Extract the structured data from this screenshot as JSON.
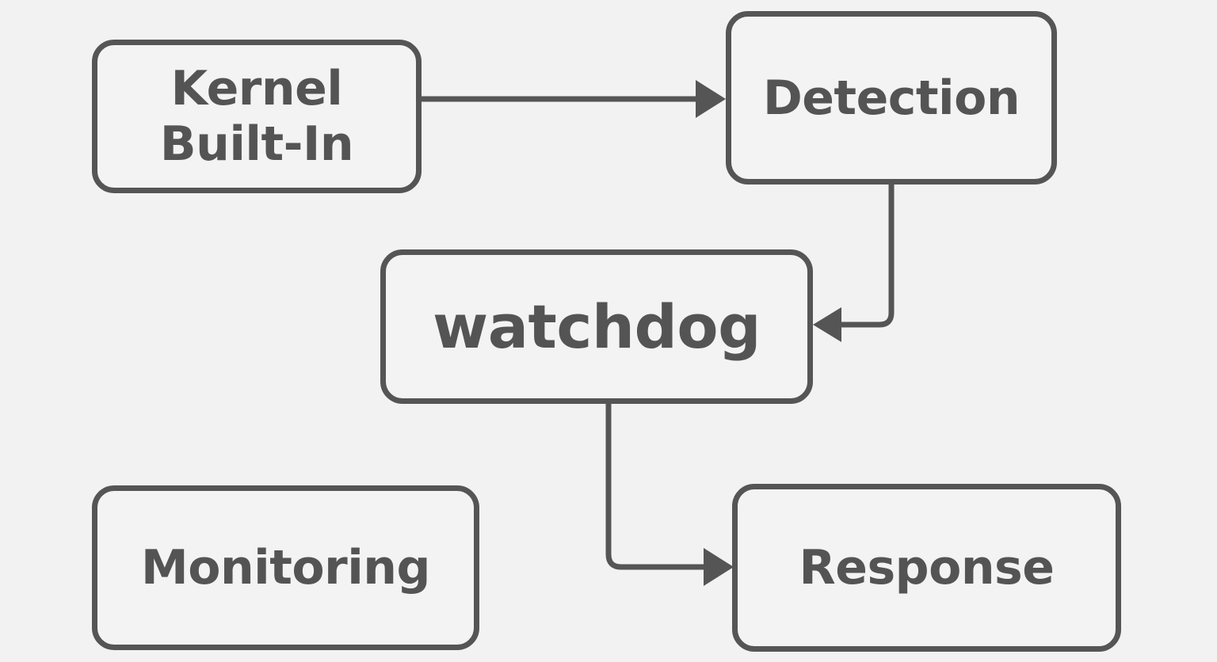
{
  "diagram": {
    "nodes": {
      "kernel": {
        "line1": "Kernel",
        "line2": "Built-In"
      },
      "detection": {
        "label": "Detection"
      },
      "watchdog": {
        "label": "watchdog"
      },
      "monitoring": {
        "label": "Monitoring"
      },
      "response": {
        "label": "Response"
      }
    },
    "edges": [
      {
        "from": "kernel",
        "to": "detection"
      },
      {
        "from": "detection",
        "to": "watchdog"
      },
      {
        "from": "watchdog",
        "to": "response"
      }
    ],
    "colors": {
      "stroke": "#555555",
      "text": "#545454",
      "background": "#f2f2f2"
    }
  }
}
